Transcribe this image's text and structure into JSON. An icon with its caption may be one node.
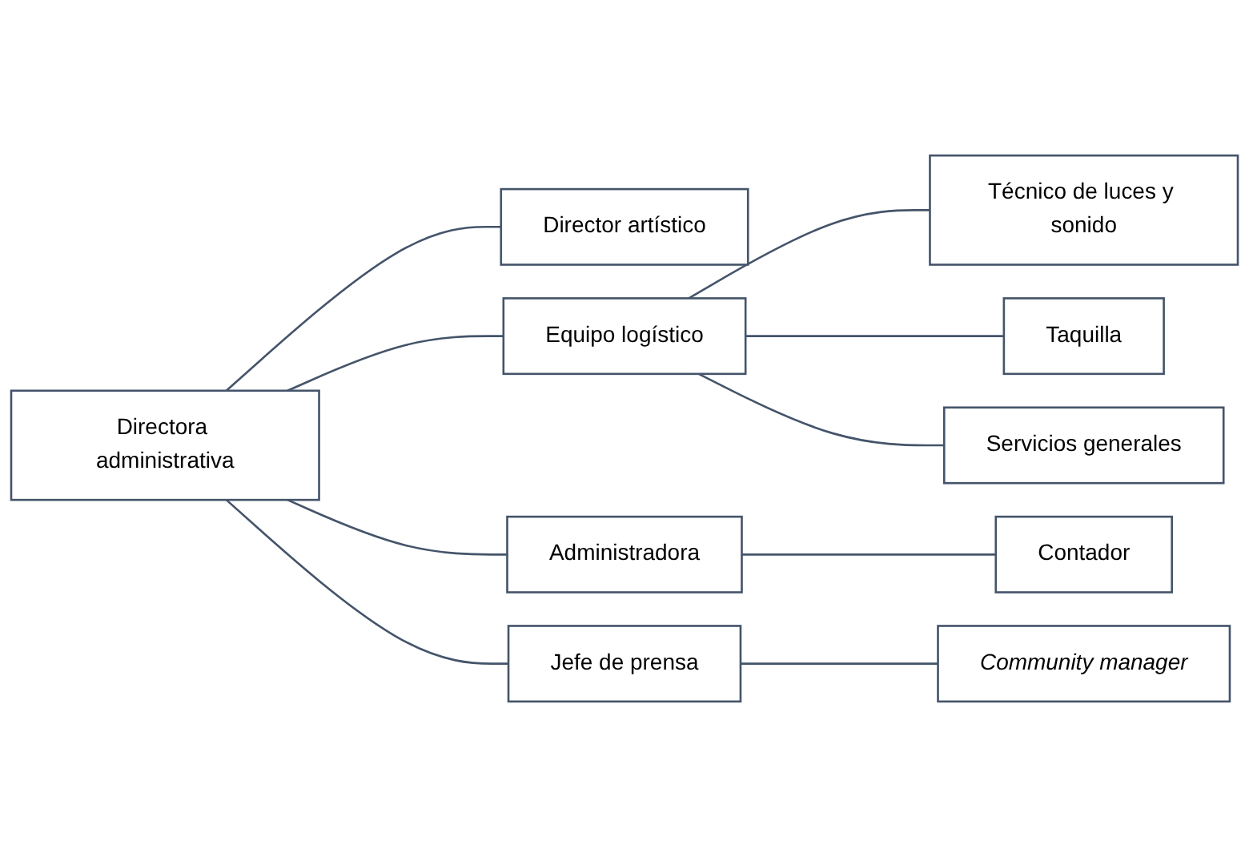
{
  "diagram": {
    "nodes": [
      {
        "text": [
          "Directora administrativa"
        ]
      },
      {
        "text": [
          "Director artístico"
        ]
      },
      {
        "text": [
          "Equipo logístico"
        ]
      },
      {
        "text": [
          "Administradora"
        ]
      },
      {
        "text": [
          "Jefe de prensa"
        ]
      },
      {
        "text": [
          "Técnico de luces y sonido"
        ]
      },
      {
        "text": [
          "Taquilla"
        ]
      },
      {
        "text": [
          "Servicios generales"
        ]
      },
      {
        "text": [
          "Contador"
        ]
      },
      {
        "text": [
          "Community manager"
        ]
      }
    ],
    "edges": [
      {
        "from": 0,
        "to": 1,
        "arrow": "none"
      },
      {
        "from": 0,
        "to": 2,
        "arrow": "none"
      },
      {
        "from": 0,
        "to": 3,
        "arrow": "none"
      },
      {
        "from": 0,
        "to": 4,
        "arrow": "none"
      },
      {
        "from": 2,
        "to": 5,
        "arrow": "none"
      },
      {
        "from": 2,
        "to": 6,
        "arrow": "none"
      },
      {
        "from": 2,
        "to": 7,
        "arrow": "none"
      },
      {
        "from": 3,
        "to": 8,
        "arrow": "none"
      },
      {
        "from": 4,
        "to": 9,
        "arrow": "none"
      }
    ]
  }
}
